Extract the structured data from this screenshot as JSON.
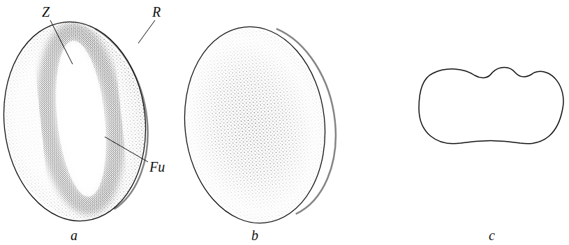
{
  "diagram": {
    "labels": [
      "Z",
      "R",
      "Fu",
      "a",
      "b",
      "c"
    ]
  }
}
